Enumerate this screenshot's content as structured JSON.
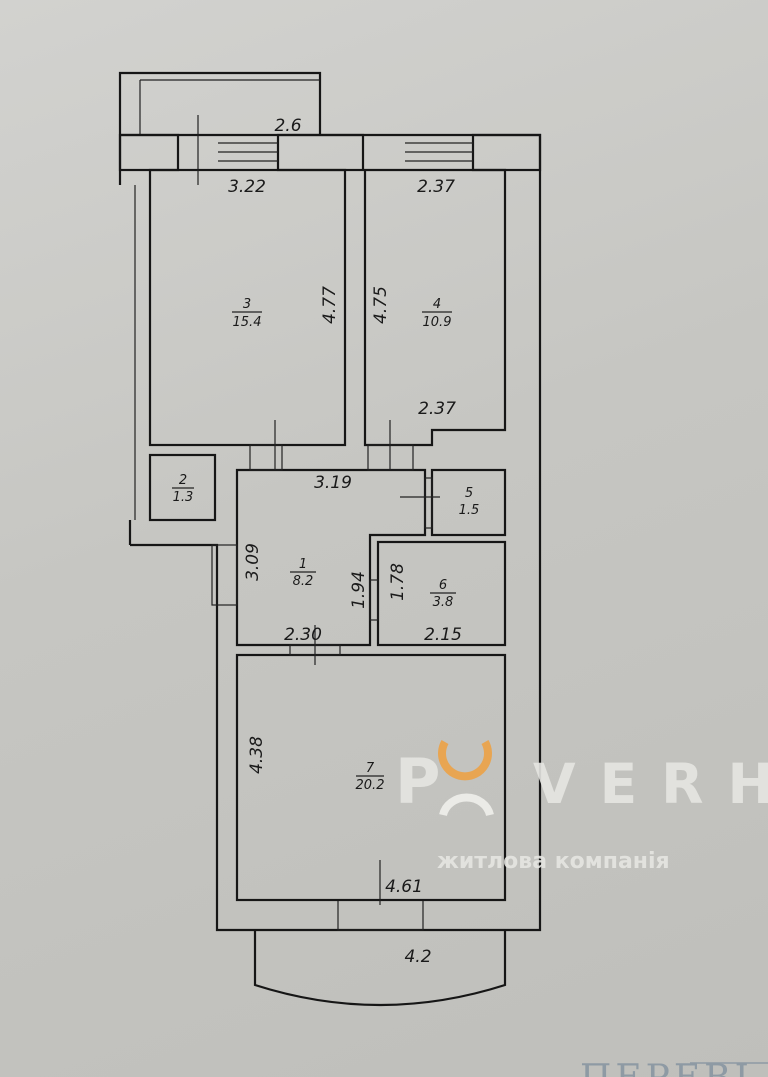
{
  "plan": {
    "rooms": [
      {
        "number": "1",
        "area": "8.2"
      },
      {
        "number": "2",
        "area": "1.3"
      },
      {
        "number": "3",
        "area": "15.4"
      },
      {
        "number": "4",
        "area": "10.9"
      },
      {
        "number": "5",
        "area": "1.5"
      },
      {
        "number": "6",
        "area": "3.8"
      },
      {
        "number": "7",
        "area": "20.2"
      }
    ],
    "dimensions": {
      "balcony_top": "2.6",
      "room3_width": "3.22",
      "room3_height": "4.77",
      "room4_width_top": "2.37",
      "room4_height": "4.75",
      "room4_width_bottom": "2.37",
      "hall_width": "3.19",
      "hall_height": "3.09",
      "hall_bottom": "2.30",
      "hall_side": "1.94",
      "room6_height": "1.78",
      "room6_width": "2.15",
      "room7_height": "4.38",
      "room7_width": "4.61",
      "balcony_bottom": "4.2"
    }
  },
  "watermark": {
    "brand_left": "P",
    "brand_right": "VERH",
    "tagline": "житлова компанія",
    "accent_color": "#e8a552"
  },
  "stamp_text": "ПЕРЕВІ"
}
